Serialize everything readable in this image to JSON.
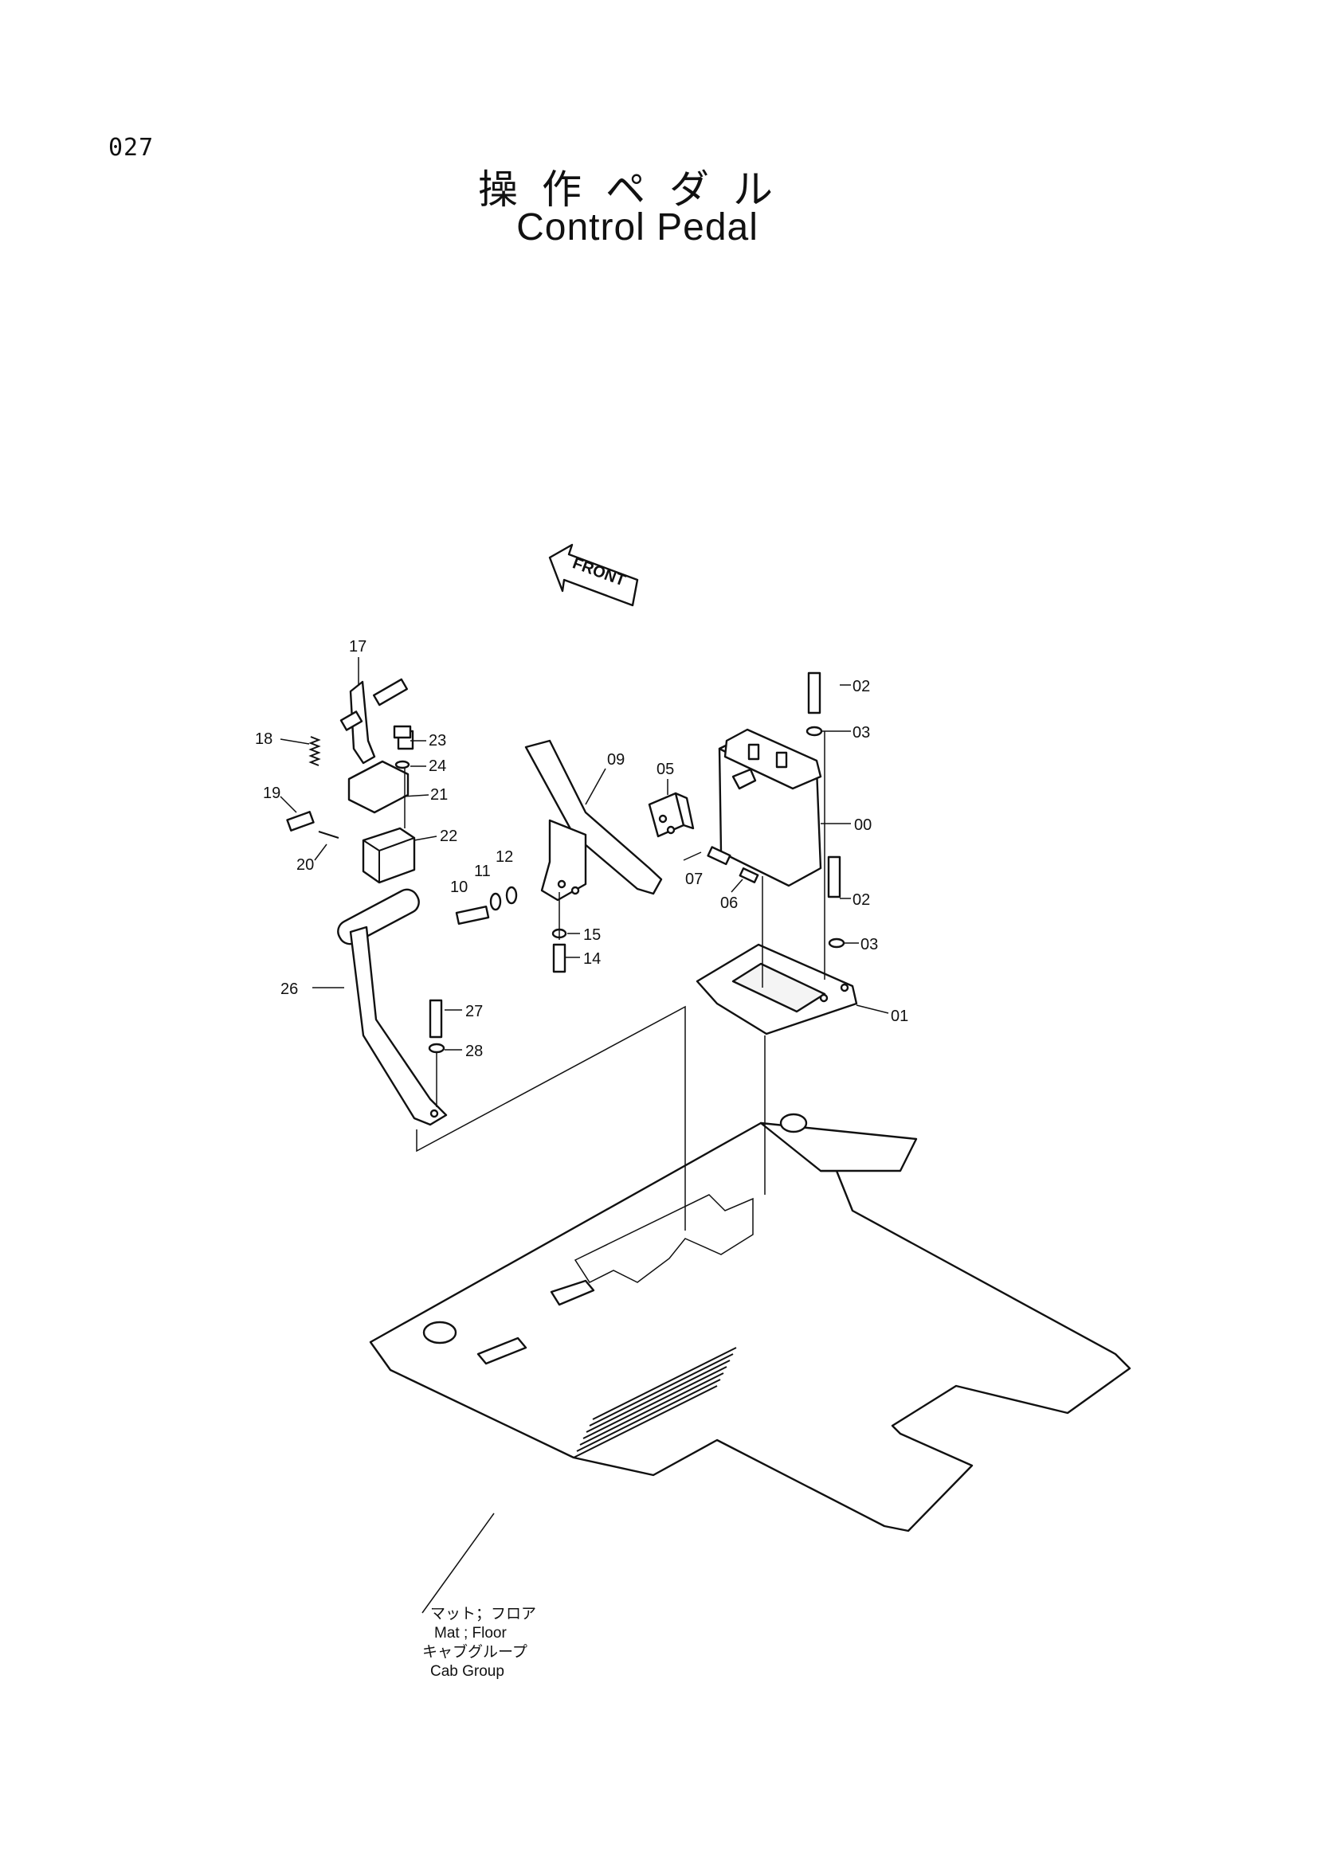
{
  "page": {
    "number": "027",
    "title_ja": "操作ペダル",
    "title_en": "Control Pedal"
  },
  "front_arrow": {
    "label": "FRONT"
  },
  "callouts": [
    {
      "id": "p17",
      "label": "17"
    },
    {
      "id": "p18",
      "label": "18"
    },
    {
      "id": "p19",
      "label": "19"
    },
    {
      "id": "p20",
      "label": "20"
    },
    {
      "id": "p21",
      "label": "21"
    },
    {
      "id": "p22",
      "label": "22"
    },
    {
      "id": "p23",
      "label": "23"
    },
    {
      "id": "p24",
      "label": "24"
    },
    {
      "id": "p09",
      "label": "09"
    },
    {
      "id": "p05",
      "label": "05"
    },
    {
      "id": "p07",
      "label": "07"
    },
    {
      "id": "p06",
      "label": "06"
    },
    {
      "id": "p10",
      "label": "10"
    },
    {
      "id": "p11",
      "label": "11"
    },
    {
      "id": "p12",
      "label": "12"
    },
    {
      "id": "p15",
      "label": "15"
    },
    {
      "id": "p14",
      "label": "14"
    },
    {
      "id": "p02a",
      "label": "02"
    },
    {
      "id": "p03a",
      "label": "03"
    },
    {
      "id": "p00",
      "label": "00"
    },
    {
      "id": "p02b",
      "label": "02"
    },
    {
      "id": "p03b",
      "label": "03"
    },
    {
      "id": "p01",
      "label": "01"
    },
    {
      "id": "p26",
      "label": "26"
    },
    {
      "id": "p27",
      "label": "27"
    },
    {
      "id": "p28",
      "label": "28"
    }
  ],
  "reference_note": {
    "line1": "マット；フロア",
    "line2": "Mat ; Floor",
    "line3": "キャブグループ",
    "line4": "Cab Group"
  }
}
